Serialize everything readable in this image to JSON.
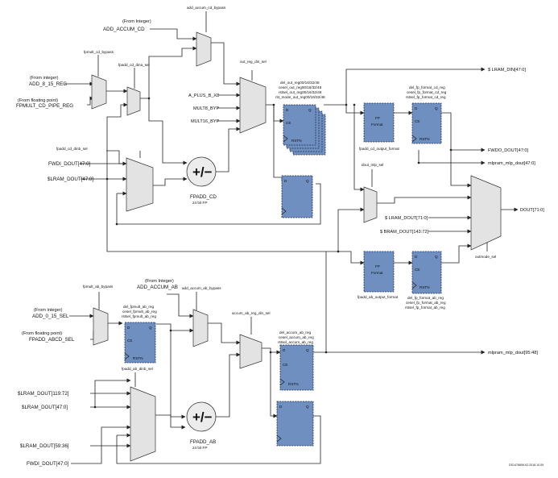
{
  "labels": {
    "from_integer_cd": "(From Integer)",
    "add_accum_cd": "ADD_ACCUM_CD",
    "add_accum_cd_bypass": "add_accum_cd_bypass",
    "fpmult_cd_bypass": "fpmult_cd_bypass",
    "fpadd_cd_dina_sel": "fpadd_cd_dina_sel",
    "from_integer_1": "(From integer)",
    "add_8_15_reg": "ADD_8_15_REG",
    "from_fp_1": "(From floating point)",
    "fpmult_cd_pipe_reg": "FPMULT_CD_PIPE_REG",
    "out_reg_din_sel": "out_reg_din_sel",
    "a_plus_b_x8": "A_PLUS_B_X8",
    "mult8_byp": "MULT8_BYP",
    "mult16_byp": "MULT16_BYP",
    "del_out_reg": "del_out_reg00/16/32/48",
    "cesel_out_reg": "cesel_out_reg00/16/32/48",
    "rstsel_out_reg": "rstsel_out_reg00/16/32/48",
    "rst_mode_out_reg": "rst_mode_out_reg00/16/32/48",
    "lram_din": "$ LRAM_DIN[47:0]",
    "del_fp_format_cd_reg": "del_fp_format_cd_reg",
    "cesel_fp_format_cd_reg": "cesel_fp_format_cd_reg",
    "rstsel_fp_format_cd_reg": "rstsel_fp_format_cd_reg",
    "fp": "FP",
    "format": "Format",
    "fpadd_cd_output_format": "fpadd_cd_output_format",
    "fpadd_cd_dinb_sel": "fpadd_cd_dinb_sel",
    "fwdi_dout_47": "FWDI_DOUT[47:0]",
    "slram_dout_47": "$LRAM_DOUT[47:0]",
    "fpadd_cd": "FPADD_CD",
    "bit24_fp_1": "24 bit FP",
    "fwdo_dout": "FWDO_DOUT[47:0]",
    "mlpram_mlp_dout_47": "mlpram_mlp_dout[47:0]",
    "dout_mlp_sel": "dout_mlp_sel",
    "lram_dout_71": "$ LRAM_DOUT[71:0]",
    "bram_dout_143": "$ BRAM_DOUT[143:72]",
    "dout_71": "DOUT[71:0]",
    "outmode_sel": "outmode_sel",
    "fpadd_ab_output_format": "fpadd_ab_output_format",
    "del_fp_format_ab_reg": "del_fp_format_ab_reg",
    "cesel_fp_format_ab_reg": "cesel_fp_format_ab_reg",
    "rstsel_fp_format_ab_reg": "rstsel_fp_format_ab_reg",
    "fpmult_ab_bypass": "fpmult_ab_bypass",
    "from_integer_ab": "(From Integer)",
    "add_accum_ab": "ADD_ACCUM_AB",
    "add_accum_ab_bypass": "add_accum_ab_bypass",
    "del_fpmult_ab_reg": "del_fpmult_ab_reg",
    "cesel_fpmult_ab_reg": "cesel_fpmult_ab_reg",
    "rstsel_fpmult_ab_reg": "rstsel_fpmult_ab_reg",
    "from_integer_2": "(From integer)",
    "add_0_15_sel": "ADD_0_15_SEL",
    "from_fp_2": "(From floating point)",
    "fpadd_abcd_sel": "FPADD_ABCD_SEL",
    "accum_ab_reg_din_sel": "accum_ab_reg_din_sel",
    "del_accum_ab_reg": "del_accum_ab_reg",
    "cesel_accum_ab_reg": "cesel_accum_ab_reg",
    "rstsel_accum_ab_reg": "rstsel_accum_ab_reg",
    "mlpram_mlp_dout_95": "mlpram_mlp_dout[95:48]",
    "fpadd_ab_dinb_sel": "fpadd_ab_dinb_sel",
    "slram_dout_119": "$LRAM_DOUT[119:72]",
    "slram_dout_47b": "$LRAM_DOUT[47:0]",
    "slram_dout_59": "$LRAM_DOUT[59:36]",
    "fwdi_dout_47b": "FWDI_DOUT[47:0]",
    "fpadd_ab": "FPADD_AB",
    "bit24_fp_2": "24 bit FP",
    "figure_id": "DS1478659-02.2018.10.09",
    "port_d": "D",
    "port_q": "Q",
    "port_ce": "CE",
    "port_rstn": "RSTN",
    "adder_symbol": "+/−"
  }
}
